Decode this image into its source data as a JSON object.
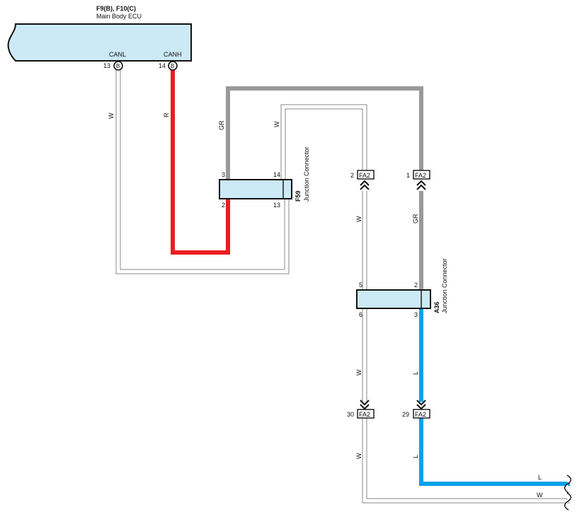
{
  "ecu": {
    "code": "F9(B), F10(C)",
    "name": "Main Body ECU",
    "pins": [
      {
        "name": "CANL",
        "num": "13",
        "conn": "B"
      },
      {
        "name": "CANH",
        "num": "14",
        "conn": "B"
      }
    ]
  },
  "jc_f59": {
    "code": "F59",
    "name": "Junction Connector",
    "pins": [
      "3",
      "14",
      "2",
      "13"
    ]
  },
  "jc_a36": {
    "code": "A36",
    "name": "Junction Connector",
    "pins": [
      "5",
      "2",
      "6",
      "3"
    ]
  },
  "connectors": {
    "fa2_top_w": {
      "num": "2",
      "code": "FA2"
    },
    "fa2_top_gr": {
      "num": "1",
      "code": "FA2"
    },
    "fa2_bot_w": {
      "num": "30",
      "code": "FA2"
    },
    "fa2_bot_l": {
      "num": "29",
      "code": "FA2"
    }
  },
  "wire_colors": {
    "w_ecu": "W",
    "r_ecu": "R",
    "gr_f59": "GR",
    "w_f59": "W",
    "w_fa2_mid": "W",
    "gr_fa2_mid": "GR",
    "w_a36_low": "W",
    "l_a36_low": "L",
    "w_bottom": "W",
    "l_bottom": "L",
    "l_right": "L",
    "w_right": "W"
  },
  "colors": {
    "red": "#ec1c24",
    "gray": "#999999",
    "blue": "#00a2e8",
    "white_wire": "#888888",
    "box_fill": "#cce9f6"
  }
}
